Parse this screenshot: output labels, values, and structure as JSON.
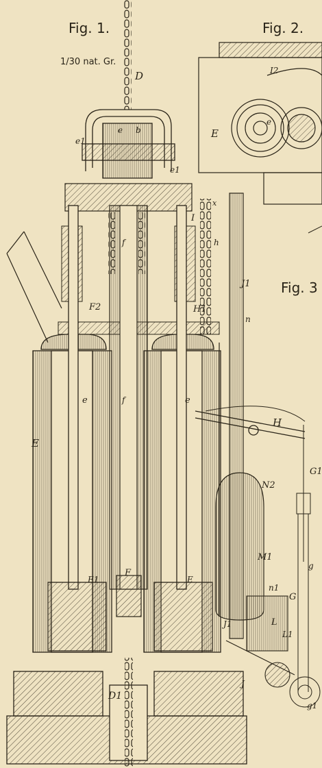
{
  "captions": {
    "fig1": "Fig. 1.",
    "fig2": "Fig. 2.",
    "fig3": "Fig. 3",
    "scale": "1/30 nat. Gr."
  },
  "labels": {
    "D": "D",
    "e_top": "e",
    "b": "b",
    "e1_left": "e1",
    "e1_right": "e1",
    "E_fig2": "E",
    "e_fig2": "e",
    "I2": "I2",
    "I": "I",
    "x": "x",
    "h": "h",
    "F_upper": "f",
    "F2": "F2",
    "H1": "H1",
    "J1_top": "J1",
    "n": "n",
    "e_left": "e",
    "e_right": "e",
    "f_mid": "f",
    "E_main": "E",
    "H": "H",
    "N2": "N2",
    "G1": "G1",
    "M1": "M1",
    "g": "g",
    "F": "F",
    "E1_left": "E1",
    "E_right": "E",
    "n1": "n1",
    "G": "G",
    "J1_low": "J1",
    "L": "L",
    "L1": "L1",
    "J": "J",
    "D1": "D1",
    "g1": "g1"
  },
  "colors": {
    "paper": "#efe3c2",
    "ink": "#2a2418"
  }
}
